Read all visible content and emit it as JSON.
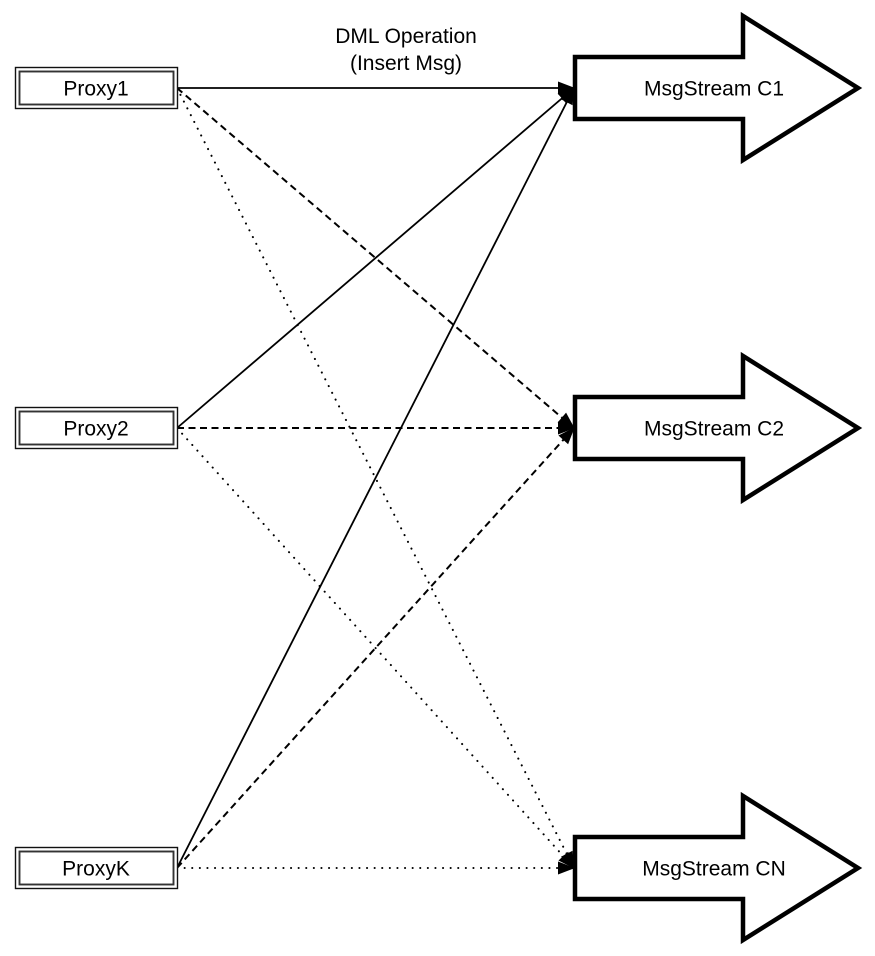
{
  "diagram": {
    "title": {
      "line1": "DML Operation",
      "line2": "(Insert Msg)"
    },
    "proxies": [
      {
        "label": "Proxy1"
      },
      {
        "label": "Proxy2"
      },
      {
        "label": "ProxyK"
      }
    ],
    "streams": [
      {
        "label": "MsgStream C1"
      },
      {
        "label": "MsgStream C2"
      },
      {
        "label": "MsgStream CN"
      }
    ],
    "edges": [
      {
        "from": "Proxy1",
        "to": "MsgStream C1",
        "style": "solid"
      },
      {
        "from": "Proxy1",
        "to": "MsgStream C2",
        "style": "dashed"
      },
      {
        "from": "Proxy1",
        "to": "MsgStream CN",
        "style": "dotted"
      },
      {
        "from": "Proxy2",
        "to": "MsgStream C1",
        "style": "solid"
      },
      {
        "from": "Proxy2",
        "to": "MsgStream C2",
        "style": "dashed"
      },
      {
        "from": "Proxy2",
        "to": "MsgStream CN",
        "style": "dotted"
      },
      {
        "from": "ProxyK",
        "to": "MsgStream C1",
        "style": "solid"
      },
      {
        "from": "ProxyK",
        "to": "MsgStream C2",
        "style": "dashed"
      },
      {
        "from": "ProxyK",
        "to": "MsgStream CN",
        "style": "dotted"
      }
    ],
    "colors": {
      "stroke": "#000000",
      "fill": "#ffffff"
    }
  }
}
